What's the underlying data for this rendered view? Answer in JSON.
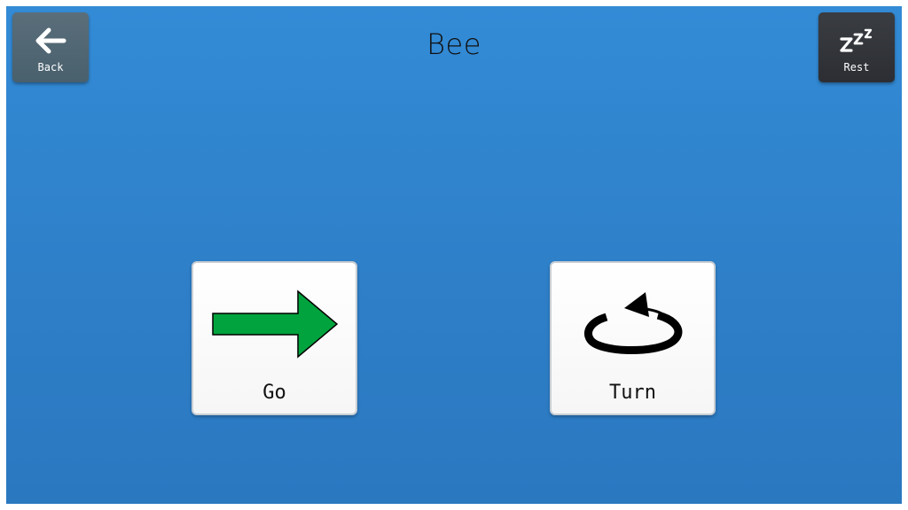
{
  "header": {
    "title": "Bee"
  },
  "back_button": {
    "label": "Back",
    "icon": "arrow-left-icon"
  },
  "rest_button": {
    "label": "Rest",
    "icon": "sleep-zzz-icon",
    "icon_text": "zzz"
  },
  "actions": [
    {
      "label": "Go",
      "icon": "arrow-right-icon",
      "color": "#00a33d"
    },
    {
      "label": "Turn",
      "icon": "rotate-ccw-icon",
      "color": "#000000"
    }
  ],
  "colors": {
    "background": "#2f82cc",
    "back_button": "#4d6370",
    "rest_button": "#2f3136",
    "card": "#ffffff"
  }
}
